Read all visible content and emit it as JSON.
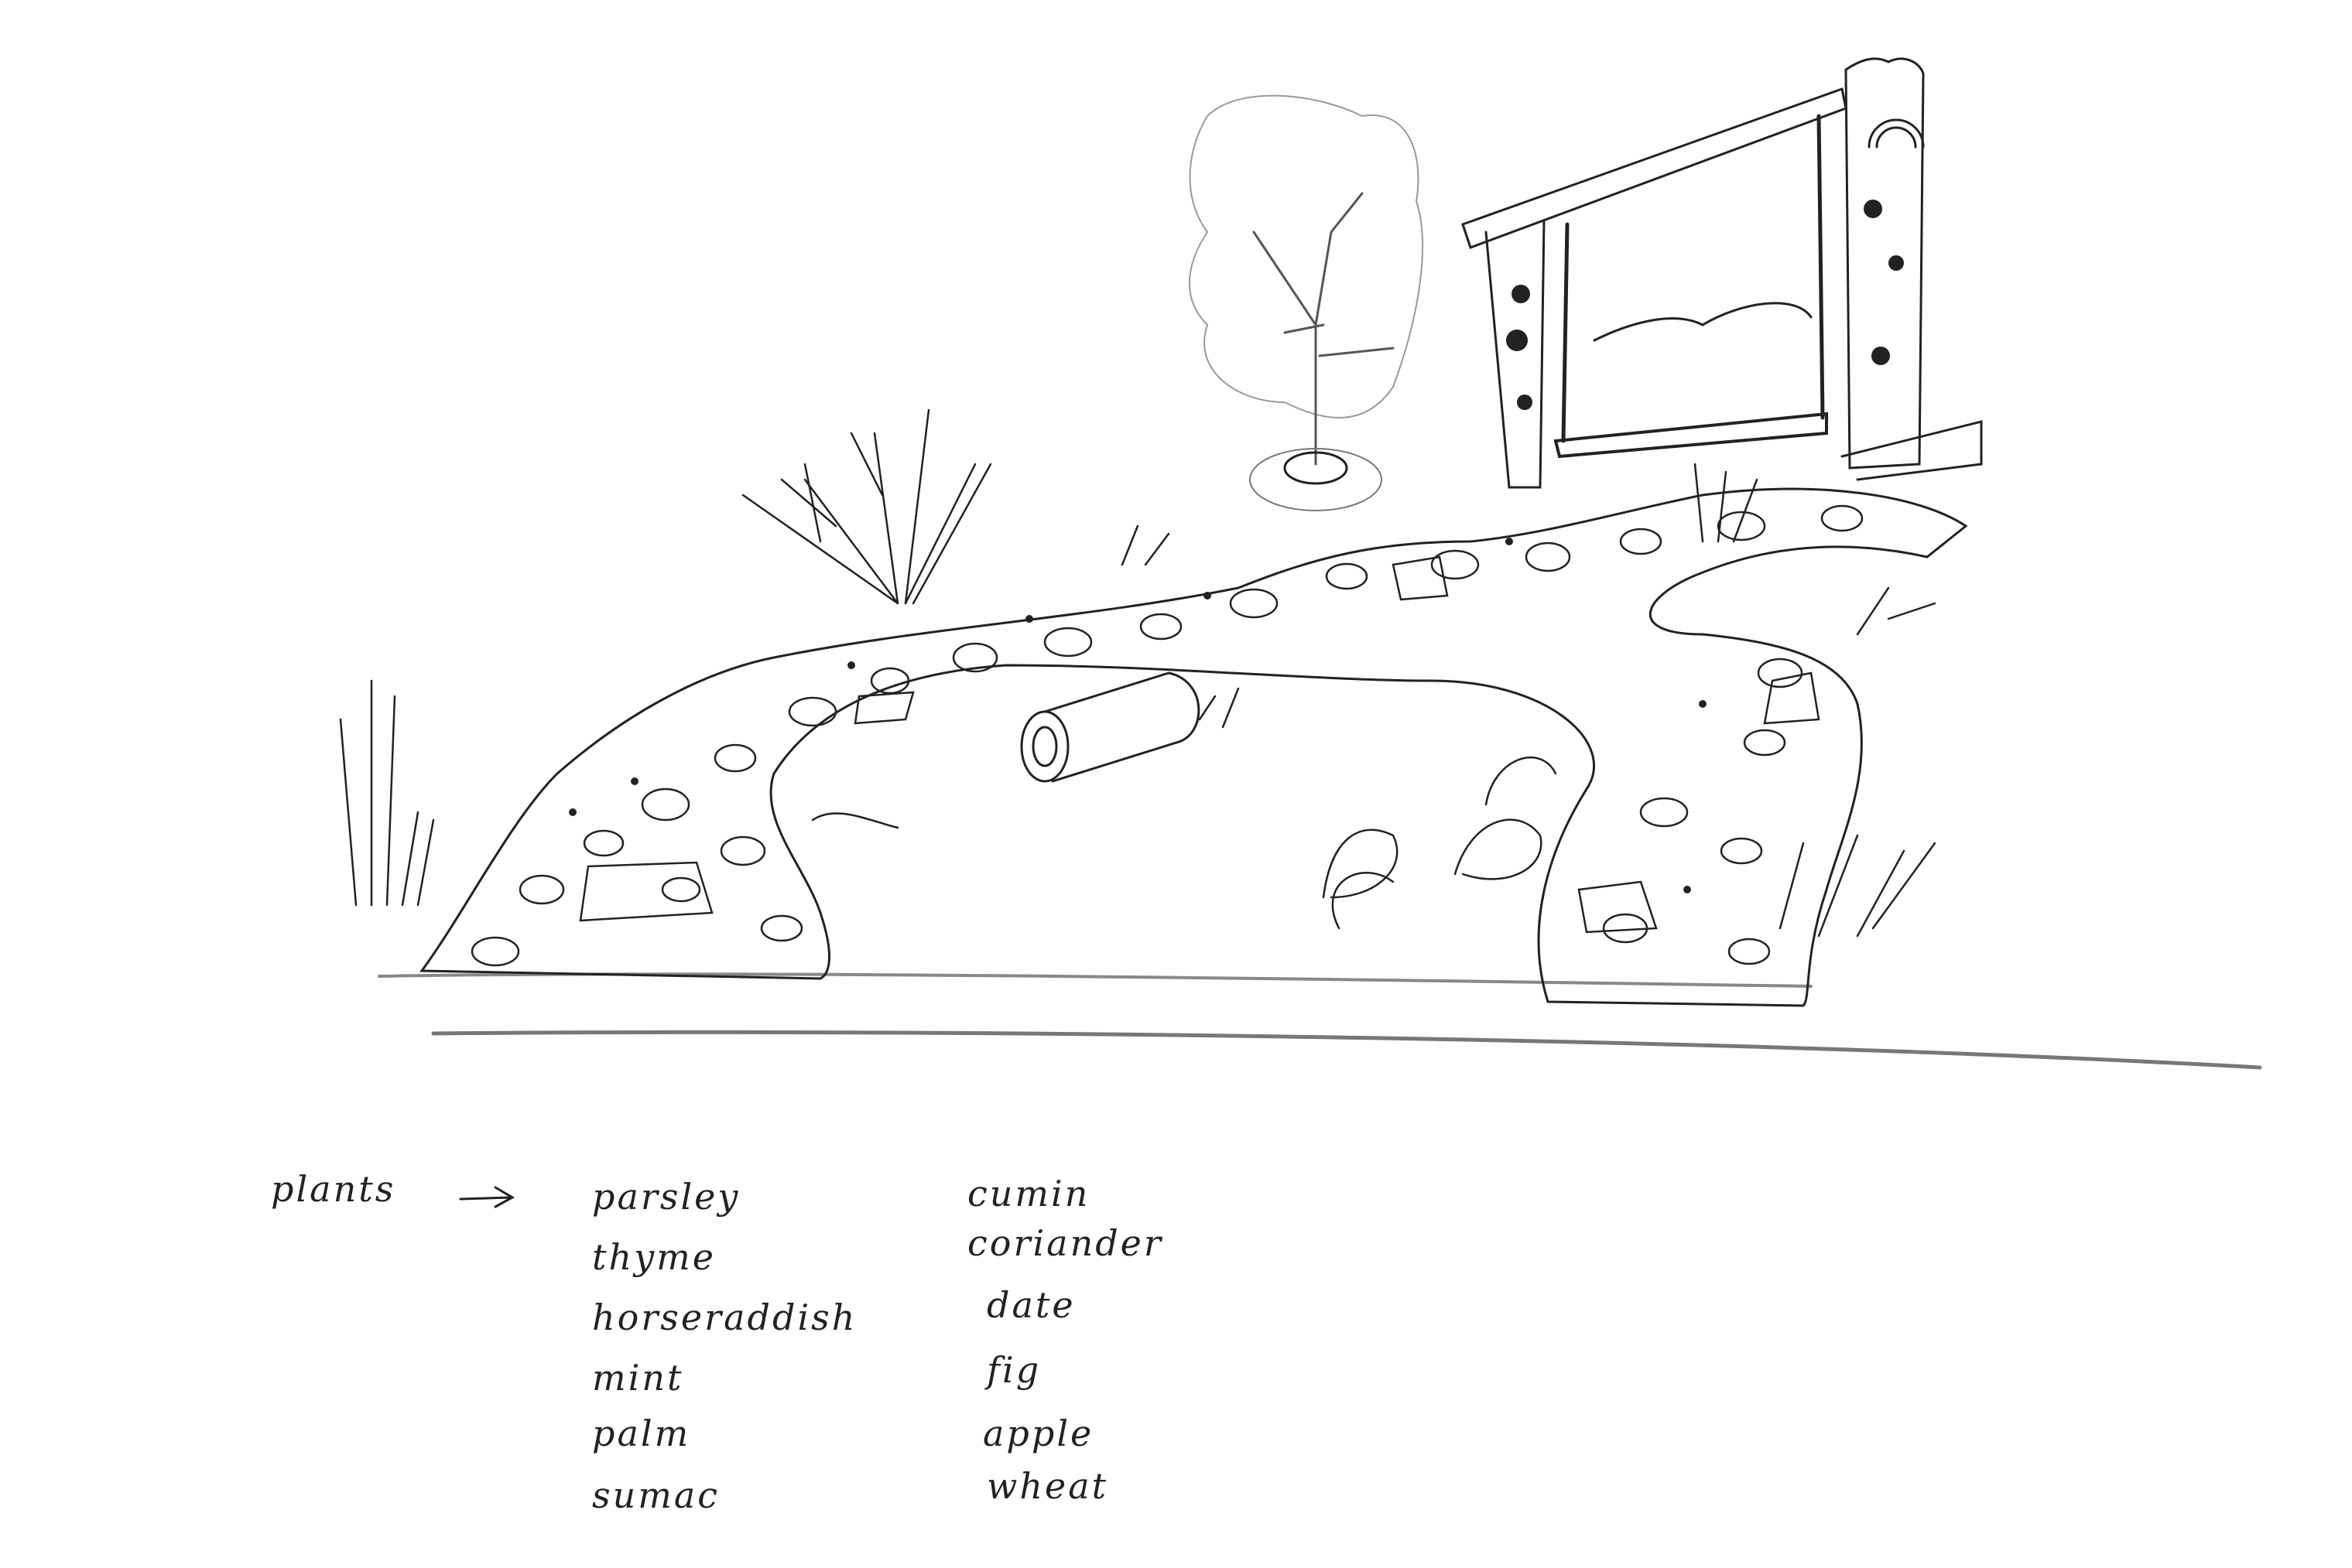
{
  "legend": {
    "heading": "plants",
    "arrow": "->",
    "column_1": [
      "parsley",
      "thyme",
      "horseraddish",
      "mint",
      "palm",
      "sumac"
    ],
    "column_2": [
      "cumin",
      "coriander",
      "date",
      "fig",
      "apple",
      "wheat"
    ]
  },
  "colors": {
    "ink": "#222222",
    "paper": "#ffffff"
  }
}
